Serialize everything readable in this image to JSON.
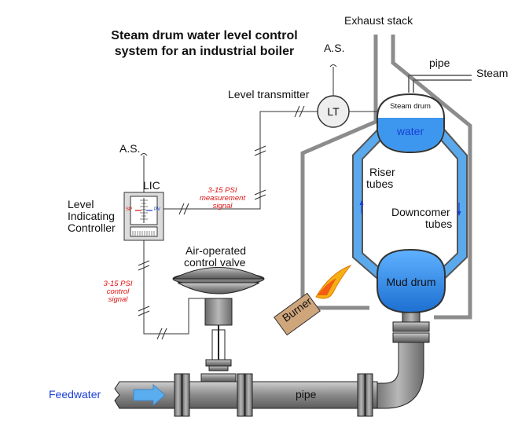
{
  "title": {
    "line1": "Steam drum water level control",
    "line2": "system for an industrial boiler"
  },
  "labels": {
    "exhaust_stack": "Exhaust stack",
    "pipe_top": "pipe",
    "steam": "Steam",
    "as_top": "A.S.",
    "as_left": "A.S.",
    "level_transmitter": "Level transmitter",
    "lt": "LT",
    "steam_drum": "Steam drum",
    "water": "water",
    "riser_1": "Riser",
    "riser_2": "tubes",
    "downcomer_1": "Downcomer",
    "downcomer_2": "tubes",
    "mud_drum": "Mud drum",
    "burner": "Burner",
    "lic": "LIC",
    "controller_1": "Level",
    "controller_2": "Indicating",
    "controller_3": "Controller",
    "sp": "SP",
    "pv": "PV",
    "valve_1": "Air-operated",
    "valve_2": "control valve",
    "feedwater": "Feedwater",
    "pipe_bottom": "pipe"
  },
  "signals": {
    "measurement_1": "3-15 PSI",
    "measurement_2": "measurement",
    "measurement_3": "signal",
    "control_1": "3-15 PSI",
    "control_2": "control",
    "control_3": "signal"
  },
  "colors": {
    "water": "#2f8fe8",
    "tube": "#4aa3e8",
    "signal_text": "#dd1111",
    "feedwater_text": "#1a3fd6",
    "pipe_fill": "#8c8c8c",
    "flame": "#f7c31a"
  }
}
